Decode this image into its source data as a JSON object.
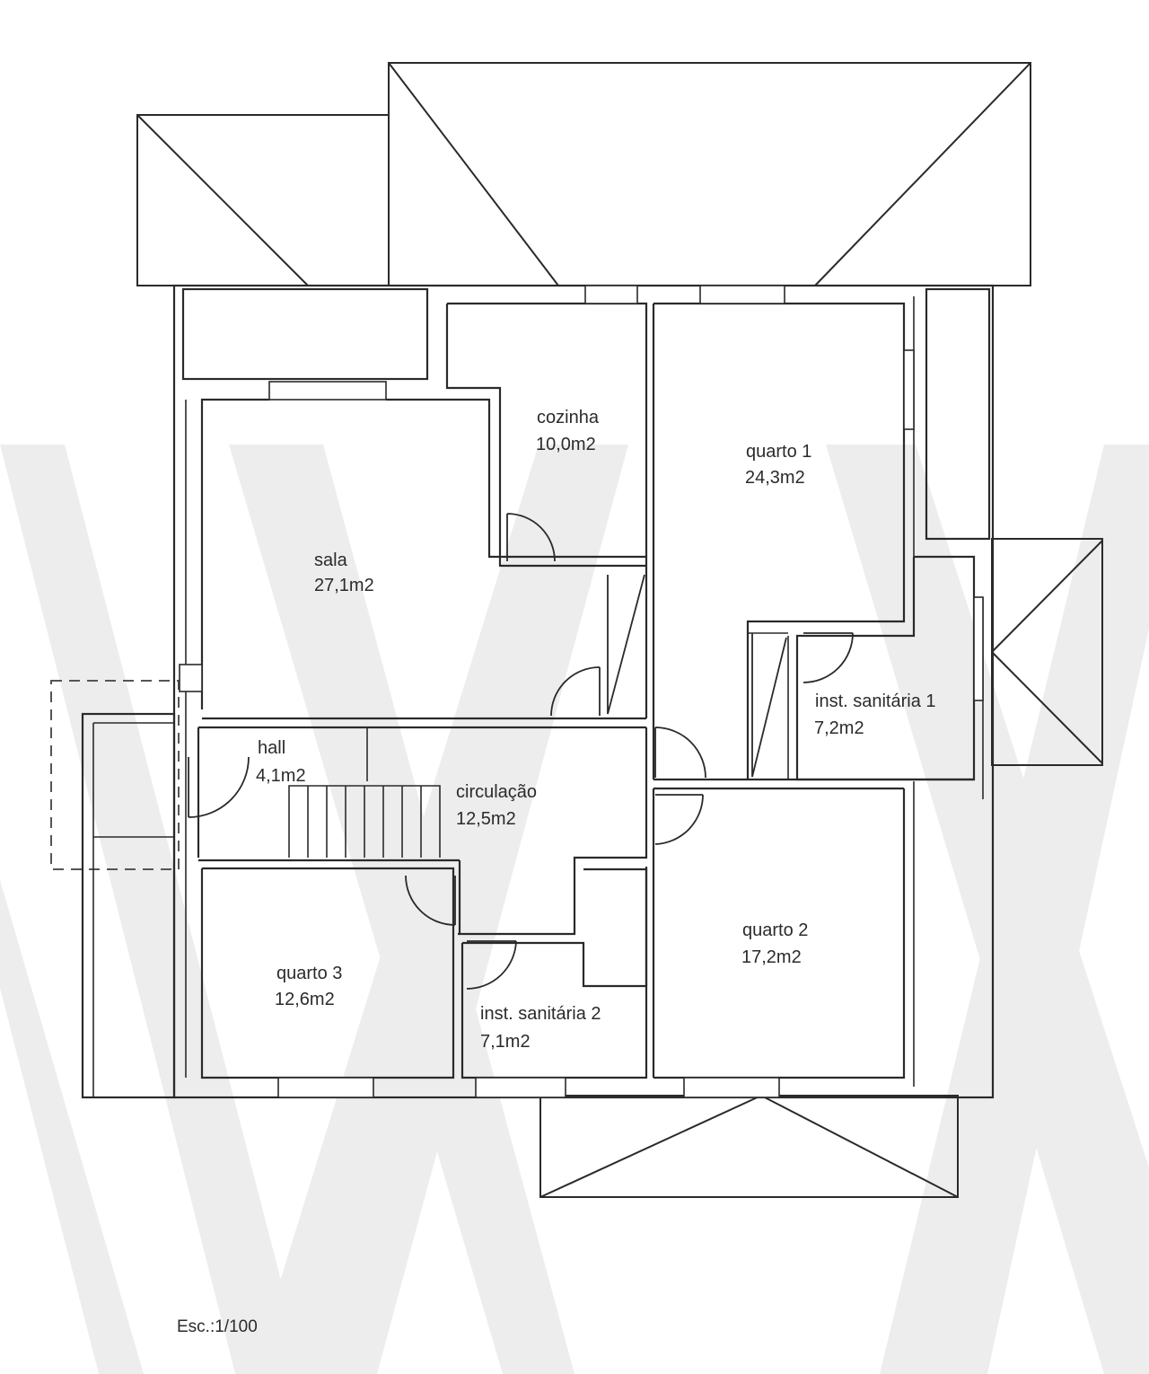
{
  "rooms": {
    "cozinha": {
      "name": "cozinha",
      "area": "10,0m2"
    },
    "sala": {
      "name": "sala",
      "area": "27,1m2"
    },
    "quarto1": {
      "name": "quarto 1",
      "area": "24,3m2"
    },
    "inst1": {
      "name": "inst. sanitária 1",
      "area": "7,2m2"
    },
    "hall": {
      "name": "hall",
      "area": "4,1m2"
    },
    "circulacao": {
      "name": "circulação",
      "area": "12,5m2"
    },
    "quarto3": {
      "name": "quarto 3",
      "area": "12,6m2"
    },
    "inst2": {
      "name": "inst. sanitária 2",
      "area": "7,1m2"
    },
    "quarto2": {
      "name": "quarto 2",
      "area": "17,2m2"
    }
  },
  "scale": "Esc.:1/100"
}
